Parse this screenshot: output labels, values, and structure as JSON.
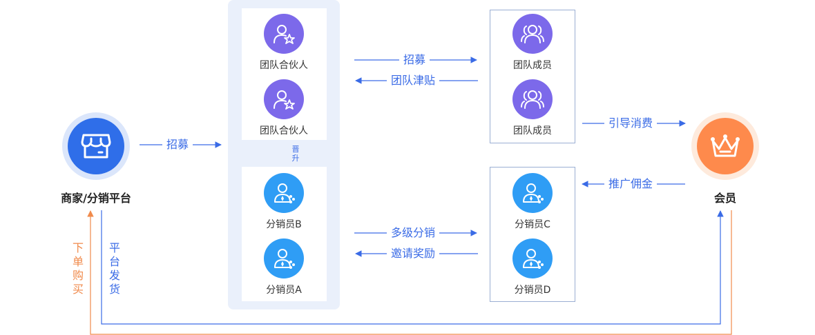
{
  "merchant": {
    "label": "商家/分销平台",
    "icon": "shop-icon"
  },
  "member": {
    "label": "会员",
    "icon": "crown-icon"
  },
  "partners": [
    {
      "label": "团队合伙人",
      "icon": "user-star-icon"
    },
    {
      "label": "团队合伙人",
      "icon": "user-star-icon"
    }
  ],
  "distributors_left": [
    {
      "label": "分销员B",
      "icon": "distributor-icon"
    },
    {
      "label": "分销员A",
      "icon": "distributor-icon"
    }
  ],
  "team_members": [
    {
      "label": "团队成员",
      "icon": "group-icon"
    },
    {
      "label": "团队成员",
      "icon": "group-icon"
    }
  ],
  "distributors_right": [
    {
      "label": "分销员C",
      "icon": "distributor-icon"
    },
    {
      "label": "分销员D",
      "icon": "distributor-icon"
    }
  ],
  "edges": {
    "recruit_left": "招募",
    "promote": "晋升",
    "recruit_team": "招募",
    "team_allowance": "团队津贴",
    "guide_consume": "引导消费",
    "promo_commission": "推广佣金",
    "multi_level": "多级分销",
    "invite_reward": "邀请奖励",
    "order_buy": "下单购买",
    "platform_ship": "平台发货"
  },
  "colors": {
    "purple": "#7c69ea",
    "blue": "#2f9df5",
    "merchant": "#2f6ee9",
    "member": "#fe8a4c",
    "line_blue": "#3a6be6",
    "line_orange": "#f08a4b"
  }
}
